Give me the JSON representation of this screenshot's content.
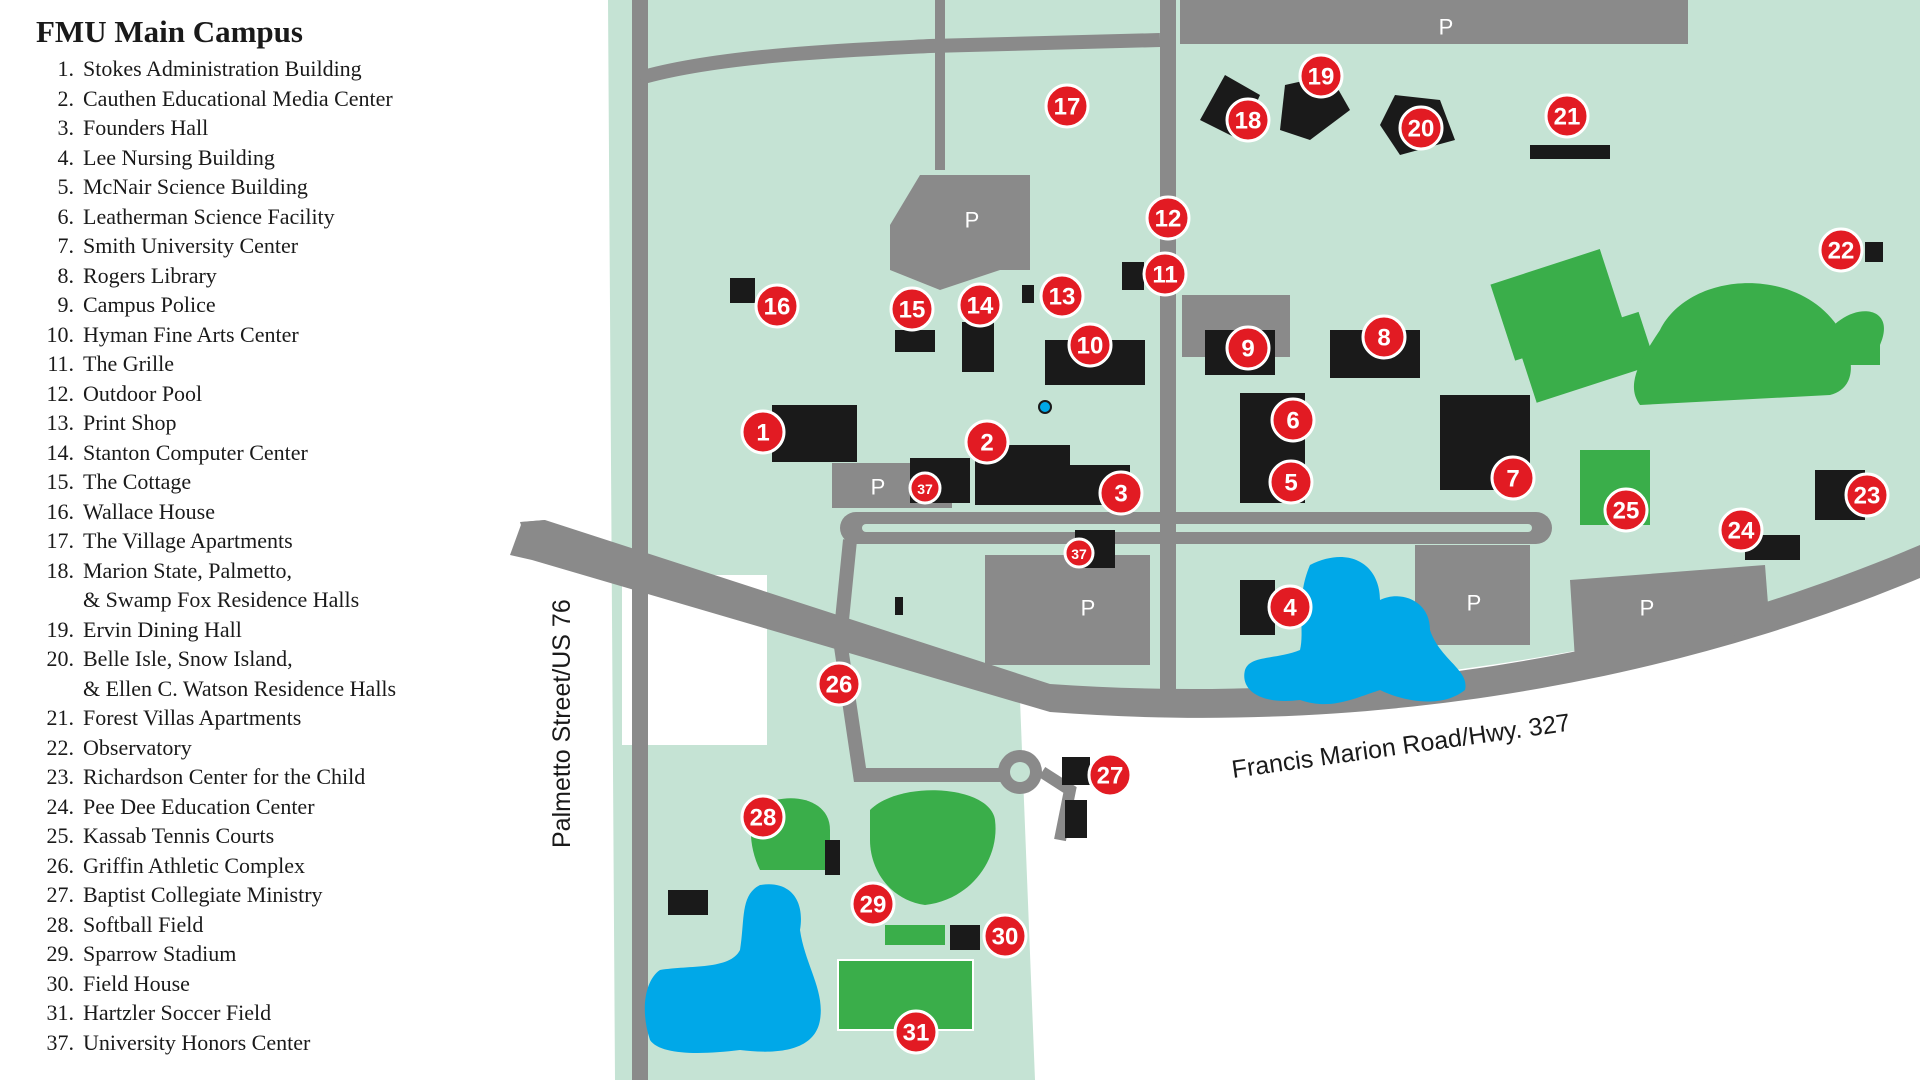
{
  "title": "FMU Main Campus",
  "legend": [
    {
      "num": "1.",
      "name": "Stokes Administration Building"
    },
    {
      "num": "2.",
      "name": "Cauthen Educational Media Center"
    },
    {
      "num": "3.",
      "name": "Founders Hall"
    },
    {
      "num": "4.",
      "name": "Lee Nursing Building"
    },
    {
      "num": "5.",
      "name": "McNair Science Building"
    },
    {
      "num": "6.",
      "name": "Leatherman Science Facility"
    },
    {
      "num": "7.",
      "name": "Smith University Center"
    },
    {
      "num": "8.",
      "name": "Rogers Library"
    },
    {
      "num": "9.",
      "name": "Campus Police"
    },
    {
      "num": "10.",
      "name": "Hyman Fine Arts Center"
    },
    {
      "num": "11.",
      "name": "The Grille"
    },
    {
      "num": "12.",
      "name": "Outdoor Pool"
    },
    {
      "num": "13.",
      "name": "Print Shop"
    },
    {
      "num": "14.",
      "name": "Stanton Computer Center"
    },
    {
      "num": "15.",
      "name": "The Cottage"
    },
    {
      "num": "16.",
      "name": "Wallace House"
    },
    {
      "num": "17.",
      "name": "The Village Apartments"
    },
    {
      "num": "18.",
      "name": "Marion State, Palmetto,"
    },
    {
      "num": "",
      "name": "& Swamp Fox Residence Halls"
    },
    {
      "num": "19.",
      "name": "Ervin Dining Hall"
    },
    {
      "num": "20.",
      "name": "Belle Isle, Snow Island,"
    },
    {
      "num": "",
      "name": "& Ellen C. Watson Residence Halls"
    },
    {
      "num": "21.",
      "name": "Forest Villas Apartments"
    },
    {
      "num": "22.",
      "name": "Observatory"
    },
    {
      "num": "23.",
      "name": "Richardson Center for the Child"
    },
    {
      "num": "24.",
      "name": "Pee Dee Education Center"
    },
    {
      "num": "25.",
      "name": "Kassab Tennis Courts"
    },
    {
      "num": "26.",
      "name": "Griffin Athletic Complex"
    },
    {
      "num": "27.",
      "name": "Baptist Collegiate Ministry"
    },
    {
      "num": "28.",
      "name": "Softball Field"
    },
    {
      "num": "29.",
      "name": "Sparrow Stadium"
    },
    {
      "num": "30.",
      "name": "Field House"
    },
    {
      "num": "31.",
      "name": "Hartzler Soccer Field"
    },
    {
      "num": "37.",
      "name": "University Honors Center"
    }
  ],
  "roads": {
    "palmetto": "Palmetto Street/US 76",
    "francis_marion": "Francis Marion Road/Hwy. 327"
  },
  "parking_label": "P",
  "markers": [
    "1",
    "2",
    "3",
    "4",
    "5",
    "6",
    "7",
    "8",
    "9",
    "10",
    "11",
    "12",
    "13",
    "14",
    "15",
    "16",
    "17",
    "18",
    "19",
    "20",
    "21",
    "22",
    "23",
    "24",
    "25",
    "26",
    "27",
    "28",
    "29",
    "30",
    "31",
    "37",
    "37"
  ],
  "colors": {
    "grass": "#c5e3d4",
    "road": "#8a8a8a",
    "building": "#1a1a1a",
    "marker": "#e21b23",
    "water": "#00a8e8",
    "field": "#3aae4a"
  }
}
